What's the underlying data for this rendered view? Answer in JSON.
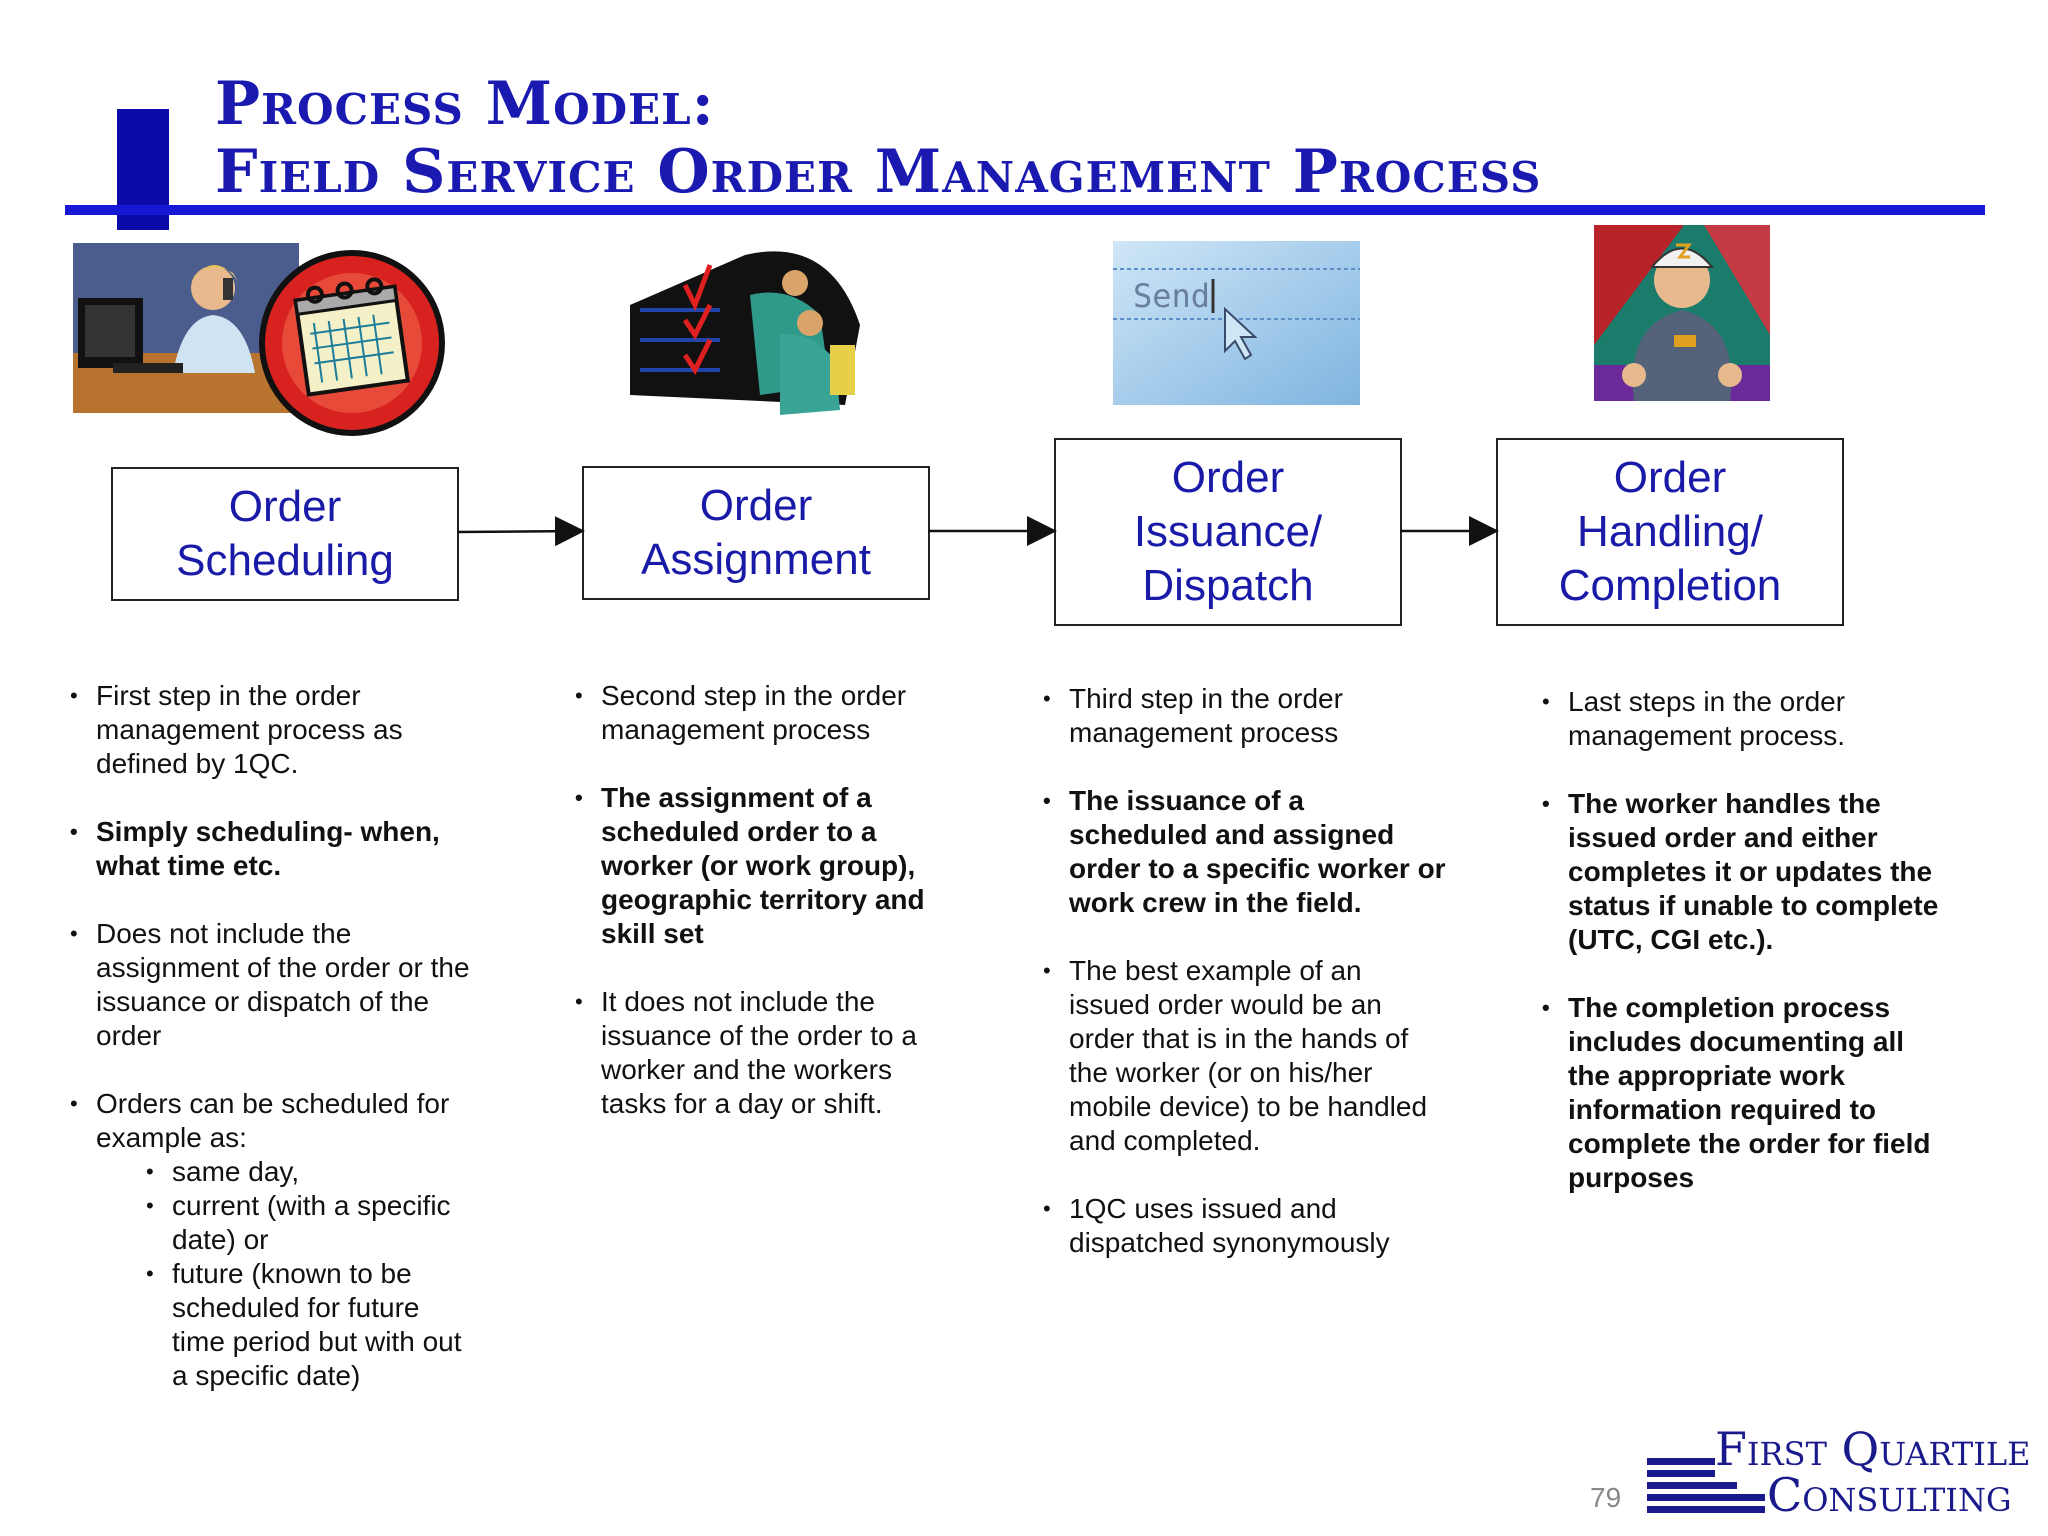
{
  "title": {
    "line1": "Process Model:",
    "line2": "Field Service Order Management Process"
  },
  "icons": [
    "woman-on-phone-icon",
    "calendar-icon",
    "checklist-workers-icon",
    "send-cursor-icon",
    "field-worker-icon"
  ],
  "steps": [
    {
      "label": "Order\nScheduling"
    },
    {
      "label": "Order\nAssignment"
    },
    {
      "label": "Order\nIssuance/\nDispatch"
    },
    {
      "label": "Order\nHandling/\nCompletion"
    }
  ],
  "send_label": "Send",
  "columns": {
    "scheduling": {
      "b1": "First step in the order management process as defined by 1QC.",
      "b2": "Simply scheduling- when, what time etc.",
      "b3": "Does not include the assignment of the order or the issuance or dispatch of the order",
      "b4": "Orders can be scheduled for example as:",
      "sub": [
        "same day,",
        "current (with a specific date) or",
        "future (known to be scheduled for future time period but with out a specific date)"
      ]
    },
    "assignment": {
      "b1": "Second  step in the order management process",
      "b2": "The assignment of a scheduled order to a worker (or work group), geographic territory and skill set",
      "b3": "It does not include the issuance of the order to a worker and the workers tasks for a day or shift."
    },
    "dispatch": {
      "b1": "Third step in the order management process",
      "b2": "The issuance of a scheduled and assigned order to a specific worker or work crew in the field.",
      "b3": "The best example of an issued order would be an order that is in the hands of the worker (or on his/her mobile device) to be handled and completed.",
      "b4": "1QC uses issued and dispatched synonymously"
    },
    "completion": {
      "b1": "Last steps in the order management process.",
      "b2": "The worker handles the issued order and either completes it or updates the status if unable to complete (UTC, CGI etc.).",
      "b3": "The completion process includes documenting all the appropriate work information required to complete the order for field purposes"
    }
  },
  "page_number": "79",
  "logo": {
    "line1": "First Quartile",
    "line2": "Consulting"
  },
  "colors": {
    "title": "#1a1ab0",
    "rule": "#1717d6",
    "box_text": "#1a1aa8"
  }
}
